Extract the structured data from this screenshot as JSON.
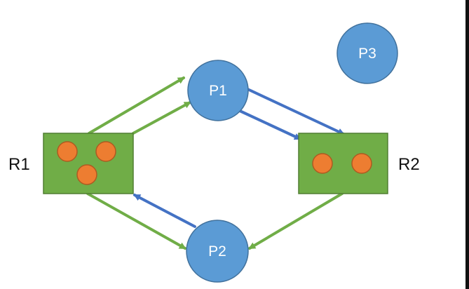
{
  "colors": {
    "background": "#ffffff",
    "process_fill": "#5b9bd5",
    "process_stroke": "#41719c",
    "resource_fill": "#70ad47",
    "resource_stroke": "#507e32",
    "instance_fill": "#ed7d31",
    "instance_stroke": "#ae5a21",
    "request_edge": "#70ad47",
    "assignment_edge": "#4472c4",
    "label_text": "#111111",
    "node_text": "#ffffff"
  },
  "processes": [
    {
      "id": "P1",
      "label": "P1"
    },
    {
      "id": "P2",
      "label": "P2"
    },
    {
      "id": "P3",
      "label": "P3"
    }
  ],
  "resources": [
    {
      "id": "R1",
      "label": "R1",
      "instances": 3
    },
    {
      "id": "R2",
      "label": "R2",
      "instances": 2
    }
  ],
  "edges": [
    {
      "from": "R1",
      "to": "P1",
      "kind": "request"
    },
    {
      "from": "R1",
      "to": "P1",
      "kind": "request"
    },
    {
      "from": "P1",
      "to": "R2",
      "kind": "assignment"
    },
    {
      "from": "P1",
      "to": "R2",
      "kind": "assignment"
    },
    {
      "from": "R2",
      "to": "P2",
      "kind": "request"
    },
    {
      "from": "R1",
      "to": "P2",
      "kind": "request"
    },
    {
      "from": "P2",
      "to": "R1",
      "kind": "assignment"
    }
  ]
}
